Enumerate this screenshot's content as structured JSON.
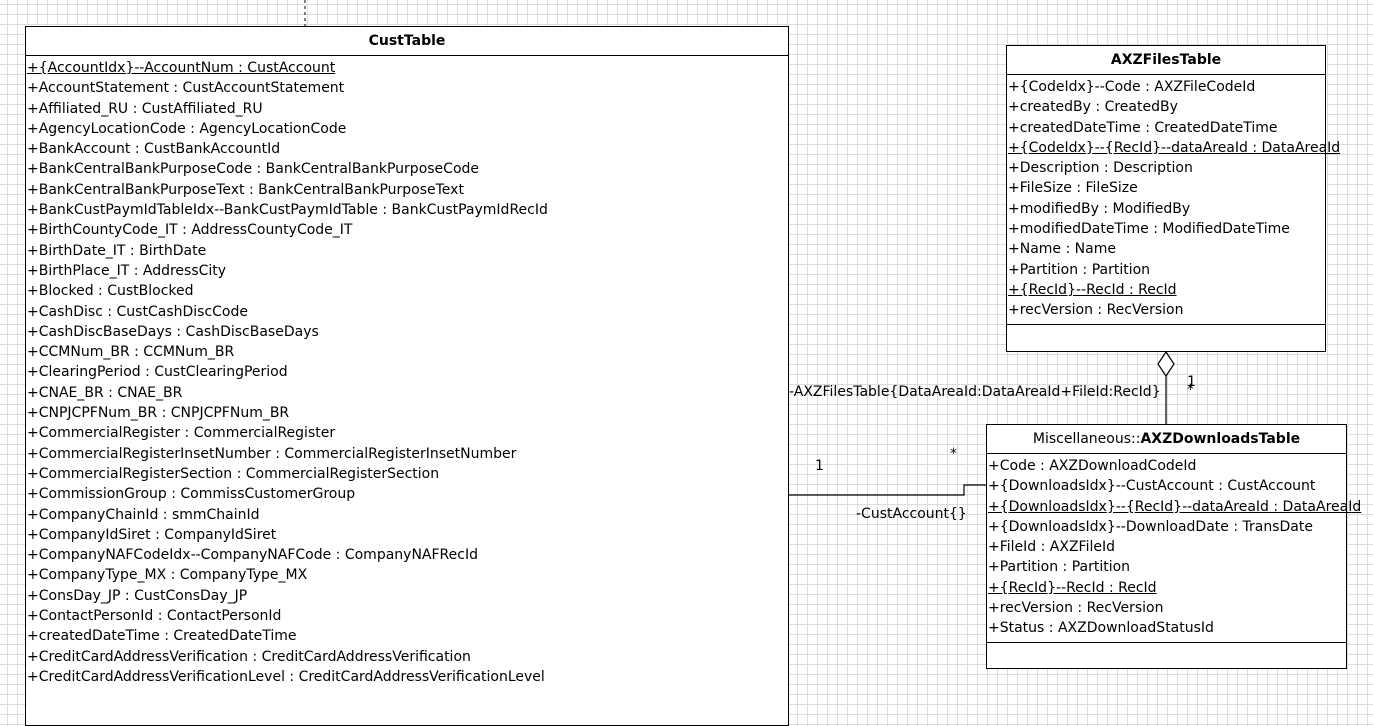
{
  "cust_table": {
    "title": "CustTable",
    "attributes": [
      {
        "text": "+{AccountIdx}--AccountNum : CustAccount",
        "underline": true
      },
      {
        "text": "+AccountStatement : CustAccountStatement",
        "underline": false
      },
      {
        "text": "+Affiliated_RU : CustAffiliated_RU",
        "underline": false
      },
      {
        "text": "+AgencyLocationCode : AgencyLocationCode",
        "underline": false
      },
      {
        "text": "+BankAccount : CustBankAccountId",
        "underline": false
      },
      {
        "text": "+BankCentralBankPurposeCode : BankCentralBankPurposeCode",
        "underline": false
      },
      {
        "text": "+BankCentralBankPurposeText : BankCentralBankPurposeText",
        "underline": false
      },
      {
        "text": "+BankCustPaymIdTableIdx--BankCustPaymIdTable : BankCustPaymIdRecId",
        "underline": false
      },
      {
        "text": "+BirthCountyCode_IT : AddressCountyCode_IT",
        "underline": false
      },
      {
        "text": "+BirthDate_IT : BirthDate",
        "underline": false
      },
      {
        "text": "+BirthPlace_IT : AddressCity",
        "underline": false
      },
      {
        "text": "+Blocked : CustBlocked",
        "underline": false
      },
      {
        "text": "+CashDisc : CustCashDiscCode",
        "underline": false
      },
      {
        "text": "+CashDiscBaseDays : CashDiscBaseDays",
        "underline": false
      },
      {
        "text": "+CCMNum_BR : CCMNum_BR",
        "underline": false
      },
      {
        "text": "+ClearingPeriod : CustClearingPeriod",
        "underline": false
      },
      {
        "text": "+CNAE_BR : CNAE_BR",
        "underline": false
      },
      {
        "text": "+CNPJCPFNum_BR : CNPJCPFNum_BR",
        "underline": false
      },
      {
        "text": "+CommercialRegister : CommercialRegister",
        "underline": false
      },
      {
        "text": "+CommercialRegisterInsetNumber : CommercialRegisterInsetNumber",
        "underline": false
      },
      {
        "text": "+CommercialRegisterSection : CommercialRegisterSection",
        "underline": false
      },
      {
        "text": "+CommissionGroup : CommissCustomerGroup",
        "underline": false
      },
      {
        "text": "+CompanyChainId : smmChainId",
        "underline": false
      },
      {
        "text": "+CompanyIdSiret : CompanyIdSiret",
        "underline": false
      },
      {
        "text": "+CompanyNAFCodeIdx--CompanyNAFCode : CompanyNAFRecId",
        "underline": false
      },
      {
        "text": "+CompanyType_MX : CompanyType_MX",
        "underline": false
      },
      {
        "text": "+ConsDay_JP : CustConsDay_JP",
        "underline": false
      },
      {
        "text": "+ContactPersonId : ContactPersonId",
        "underline": false
      },
      {
        "text": "+createdDateTime : CreatedDateTime",
        "underline": false
      },
      {
        "text": "+CreditCardAddressVerification : CreditCardAddressVerification",
        "underline": false
      },
      {
        "text": "+CreditCardAddressVerificationLevel : CreditCardAddressVerificationLevel",
        "underline": false
      }
    ]
  },
  "axz_files_table": {
    "title": "AXZFilesTable",
    "attributes": [
      {
        "text": "+{CodeIdx}--Code : AXZFileCodeId",
        "underline": false
      },
      {
        "text": "+createdBy : CreatedBy",
        "underline": false
      },
      {
        "text": "+createdDateTime : CreatedDateTime",
        "underline": false
      },
      {
        "text": "+{CodeIdx}--{RecId}--dataAreaId : DataAreaId",
        "underline": true
      },
      {
        "text": "+Description : Description",
        "underline": false
      },
      {
        "text": "+FileSize : FileSize",
        "underline": false
      },
      {
        "text": "+modifiedBy : ModifiedBy",
        "underline": false
      },
      {
        "text": "+modifiedDateTime : ModifiedDateTime",
        "underline": false
      },
      {
        "text": "+Name : Name",
        "underline": false
      },
      {
        "text": "+Partition : Partition",
        "underline": false
      },
      {
        "text": "+{RecId}--RecId : RecId",
        "underline": true
      },
      {
        "text": "+recVersion : RecVersion",
        "underline": false
      }
    ]
  },
  "axz_downloads_table": {
    "package": "Miscellaneous::",
    "title": "AXZDownloadsTable",
    "attributes": [
      {
        "text": "+Code : AXZDownloadCodeId",
        "underline": false
      },
      {
        "text": "+{DownloadsIdx}--CustAccount : CustAccount",
        "underline": false
      },
      {
        "text": "+{DownloadsIdx}--{RecId}--dataAreaId : DataAreaId",
        "underline": true
      },
      {
        "text": "+{DownloadsIdx}--DownloadDate : TransDate",
        "underline": false
      },
      {
        "text": "+FileId : AXZFileId",
        "underline": false
      },
      {
        "text": "+Partition : Partition",
        "underline": false
      },
      {
        "text": "+{RecId}--RecId : RecId",
        "underline": true
      },
      {
        "text": "+recVersion : RecVersion",
        "underline": false
      },
      {
        "text": "+Status : AXZDownloadStatusId",
        "underline": false
      }
    ]
  },
  "associations": {
    "files_role": "-AXZFilesTable{DataAreaId:DataAreaId+FileId:RecId}",
    "files_mult_one": "1",
    "files_mult_many": "*",
    "cust_role": "-CustAccount{}",
    "cust_mult_one": "1",
    "cust_mult_many": "*"
  },
  "colors": {
    "line": "#000000",
    "grid": "#dcdcdc",
    "background": "#ffffff"
  }
}
